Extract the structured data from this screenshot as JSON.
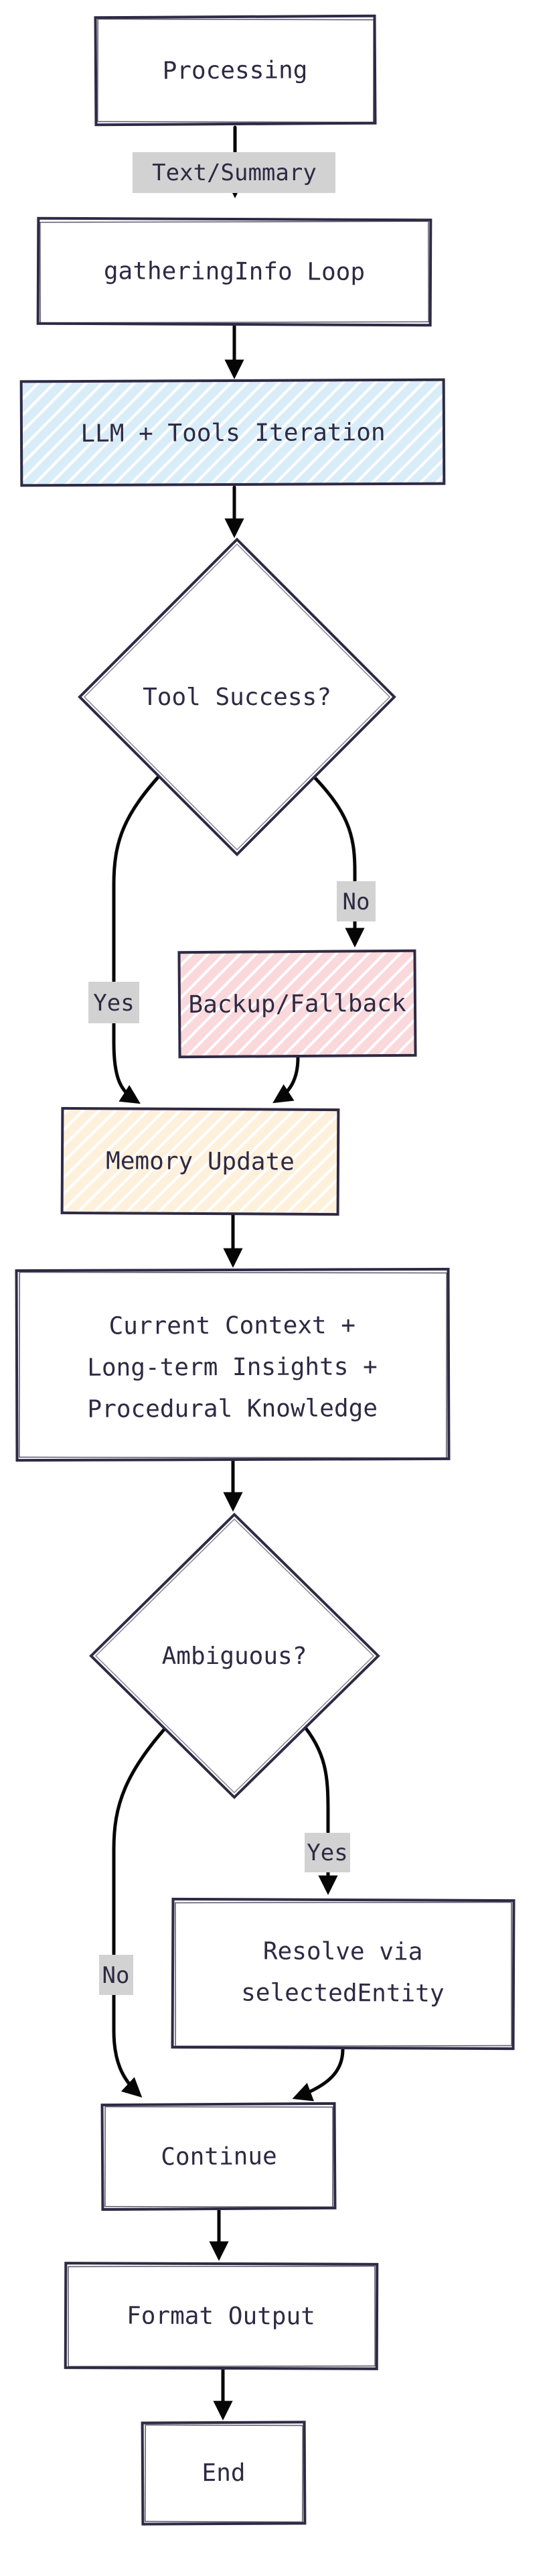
{
  "diagram": {
    "type": "flowchart",
    "direction": "top-down",
    "style": "hand-drawn",
    "colors": {
      "background": "#ffffff",
      "node_border": "#2e2a44",
      "text": "#2e2a44",
      "arrow": "#060606",
      "edge_label_bg": "#d2d2d2",
      "llm_fill": "#d9edf9",
      "backup_fill": "#fbd8db",
      "memory_fill": "#fdf1dc",
      "plain_node_fill": "#ffffff"
    },
    "nodes": {
      "processing": {
        "label": "Processing",
        "shape": "rect",
        "fill": "#ffffff"
      },
      "gathering_loop": {
        "label": "gatheringInfo Loop",
        "shape": "rect",
        "fill": "#ffffff"
      },
      "llm_tools": {
        "label": "LLM + Tools Iteration",
        "shape": "rect",
        "fill": "#d9edf9",
        "hatched": true
      },
      "tool_success": {
        "label": "Tool Success?",
        "shape": "diamond",
        "fill": "#ffffff"
      },
      "backup": {
        "label": "Backup/Fallback",
        "shape": "rect",
        "fill": "#fbd8db",
        "hatched": true
      },
      "memory_update": {
        "label": "Memory Update",
        "shape": "rect",
        "fill": "#fdf1dc",
        "hatched": true
      },
      "context": {
        "shape": "rect",
        "fill": "#ffffff",
        "lines": [
          "Current Context +",
          "Long-term Insights +",
          "Procedural Knowledge"
        ]
      },
      "ambiguous": {
        "label": "Ambiguous?",
        "shape": "diamond",
        "fill": "#ffffff"
      },
      "resolve": {
        "shape": "rect",
        "fill": "#ffffff",
        "lines": [
          "Resolve via",
          "selectedEntity"
        ]
      },
      "continue": {
        "label": "Continue",
        "shape": "rect",
        "fill": "#ffffff"
      },
      "format_output": {
        "label": "Format Output",
        "shape": "rect",
        "fill": "#ffffff"
      },
      "end": {
        "label": "End",
        "shape": "rect",
        "fill": "#ffffff"
      }
    },
    "edge_labels": {
      "text_summary": "Text/Summary",
      "tool_success_no": "No",
      "tool_success_yes": "Yes",
      "ambiguous_yes": "Yes",
      "ambiguous_no": "No"
    },
    "edges": [
      {
        "from": "Processing",
        "to": "gatheringInfo Loop",
        "label": "Text/Summary"
      },
      {
        "from": "gatheringInfo Loop",
        "to": "LLM + Tools Iteration",
        "label": ""
      },
      {
        "from": "LLM + Tools Iteration",
        "to": "Tool Success?",
        "label": ""
      },
      {
        "from": "Tool Success?",
        "to": "Memory Update",
        "label": "Yes"
      },
      {
        "from": "Tool Success?",
        "to": "Backup/Fallback",
        "label": "No"
      },
      {
        "from": "Backup/Fallback",
        "to": "Memory Update",
        "label": ""
      },
      {
        "from": "Memory Update",
        "to": "Current Context + Long-term Insights + Procedural Knowledge",
        "label": ""
      },
      {
        "from": "Current Context + Long-term Insights + Procedural Knowledge",
        "to": "Ambiguous?",
        "label": ""
      },
      {
        "from": "Ambiguous?",
        "to": "Resolve via selectedEntity",
        "label": "Yes"
      },
      {
        "from": "Ambiguous?",
        "to": "Continue",
        "label": "No"
      },
      {
        "from": "Resolve via selectedEntity",
        "to": "Continue",
        "label": ""
      },
      {
        "from": "Continue",
        "to": "Format Output",
        "label": ""
      },
      {
        "from": "Format Output",
        "to": "End",
        "label": ""
      }
    ]
  }
}
